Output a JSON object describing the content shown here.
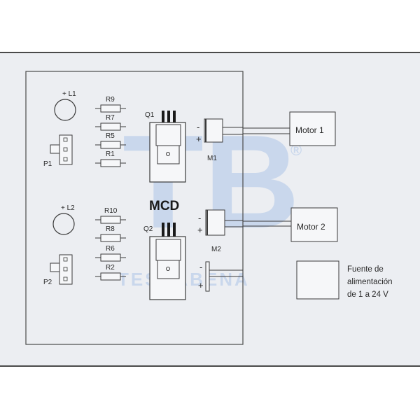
{
  "title": "MCD",
  "watermark": {
    "logo": "TB",
    "mark": "®",
    "text": "TESCABENA"
  },
  "channel_1": {
    "led": "+ L1",
    "resistors": [
      "R9",
      "R7",
      "R5",
      "R1"
    ],
    "pot": "P1",
    "transistor": "Q1",
    "connector": "M1",
    "minus": "-",
    "plus": "+",
    "load": "Motor 1"
  },
  "channel_2": {
    "led": "+ L2",
    "resistors": [
      "R10",
      "R8",
      "R6",
      "R2"
    ],
    "pot": "P2",
    "transistor": "Q2",
    "connector": "M2",
    "minus": "-",
    "plus": "+",
    "load": "Motor 2"
  },
  "power": {
    "minus": "-",
    "plus": "+",
    "caption": [
      "Fuente de",
      "alimentación",
      "de 1 a 24 V"
    ]
  },
  "colors": {
    "line": "#3a3a3a",
    "background": "#eceef2",
    "watermark": "#c9d7ec"
  }
}
